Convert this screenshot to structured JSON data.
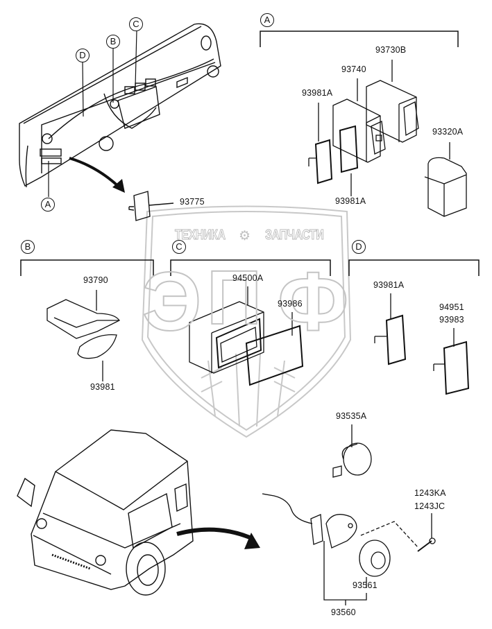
{
  "watermark": {
    "left_text": "ТЕХНИКА",
    "right_text": "ЗАПЧАСТИ",
    "gear_icon": "gear-icon",
    "monogram_left": "Э",
    "monogram_mid": "П",
    "monogram_right": "Ф"
  },
  "overview": {
    "callouts": [
      "D",
      "B",
      "C",
      "A"
    ],
    "part_label": "93775"
  },
  "groups": [
    {
      "id": "A",
      "parts": [
        "93730B",
        "93740",
        "93981A",
        "93981A",
        "93320A"
      ]
    },
    {
      "id": "B",
      "parts": [
        "93790",
        "93981"
      ]
    },
    {
      "id": "C",
      "parts": [
        "94500A",
        "93986"
      ]
    },
    {
      "id": "D",
      "parts": [
        "93981A",
        "94951",
        "93983"
      ]
    }
  ],
  "buzzer_section": {
    "parts": [
      "93535A",
      "1243KA",
      "1243JC",
      "93561",
      "93560"
    ]
  }
}
